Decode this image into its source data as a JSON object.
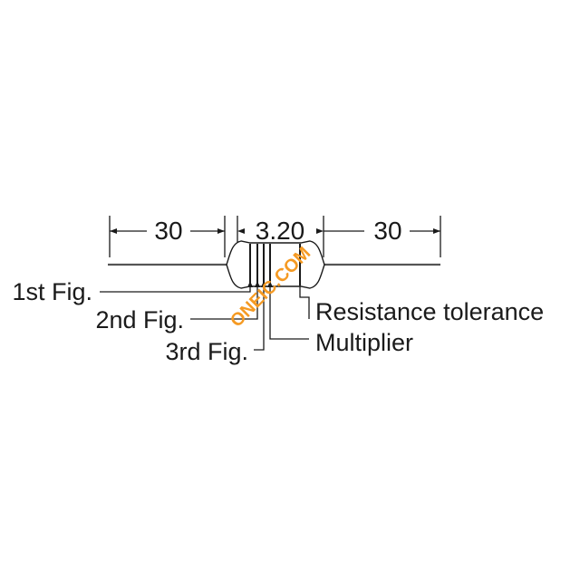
{
  "diagram": {
    "dimension_left": "30",
    "dimension_body": "3.20",
    "dimension_right": "30",
    "labels": {
      "first_fig": "1st Fig.",
      "second_fig": "2nd Fig.",
      "third_fig": "3rd Fig.",
      "multiplier": "Multiplier",
      "tolerance": "Resistance tolerance"
    },
    "watermark": "ONEIC.COM"
  }
}
